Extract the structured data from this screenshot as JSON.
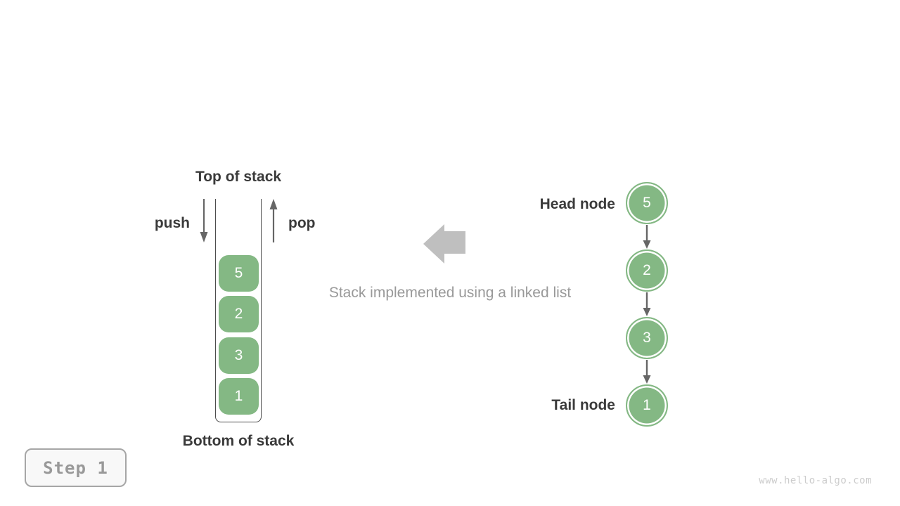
{
  "stack_panel": {
    "top_label": "Top of stack",
    "bottom_label": "Bottom of stack",
    "push_label": "push",
    "pop_label": "pop",
    "values_top_to_bottom": [
      "5",
      "2",
      "3",
      "1"
    ]
  },
  "caption": "Stack implemented using a linked list",
  "linked_list_panel": {
    "head_label": "Head node",
    "tail_label": "Tail node",
    "values_head_to_tail": [
      "5",
      "2",
      "3",
      "1"
    ]
  },
  "footer": {
    "step_label": "Step 1",
    "watermark": "www.hello-algo.com"
  },
  "colors": {
    "node_green": "#84b884",
    "dark_text": "#3a3a3a",
    "arrow_gray": "#666666",
    "block_arrow_gray": "#bfbfbf",
    "muted_text": "#999999",
    "watermark_gray": "#cccccc",
    "container_line": "#4d4d4d"
  }
}
